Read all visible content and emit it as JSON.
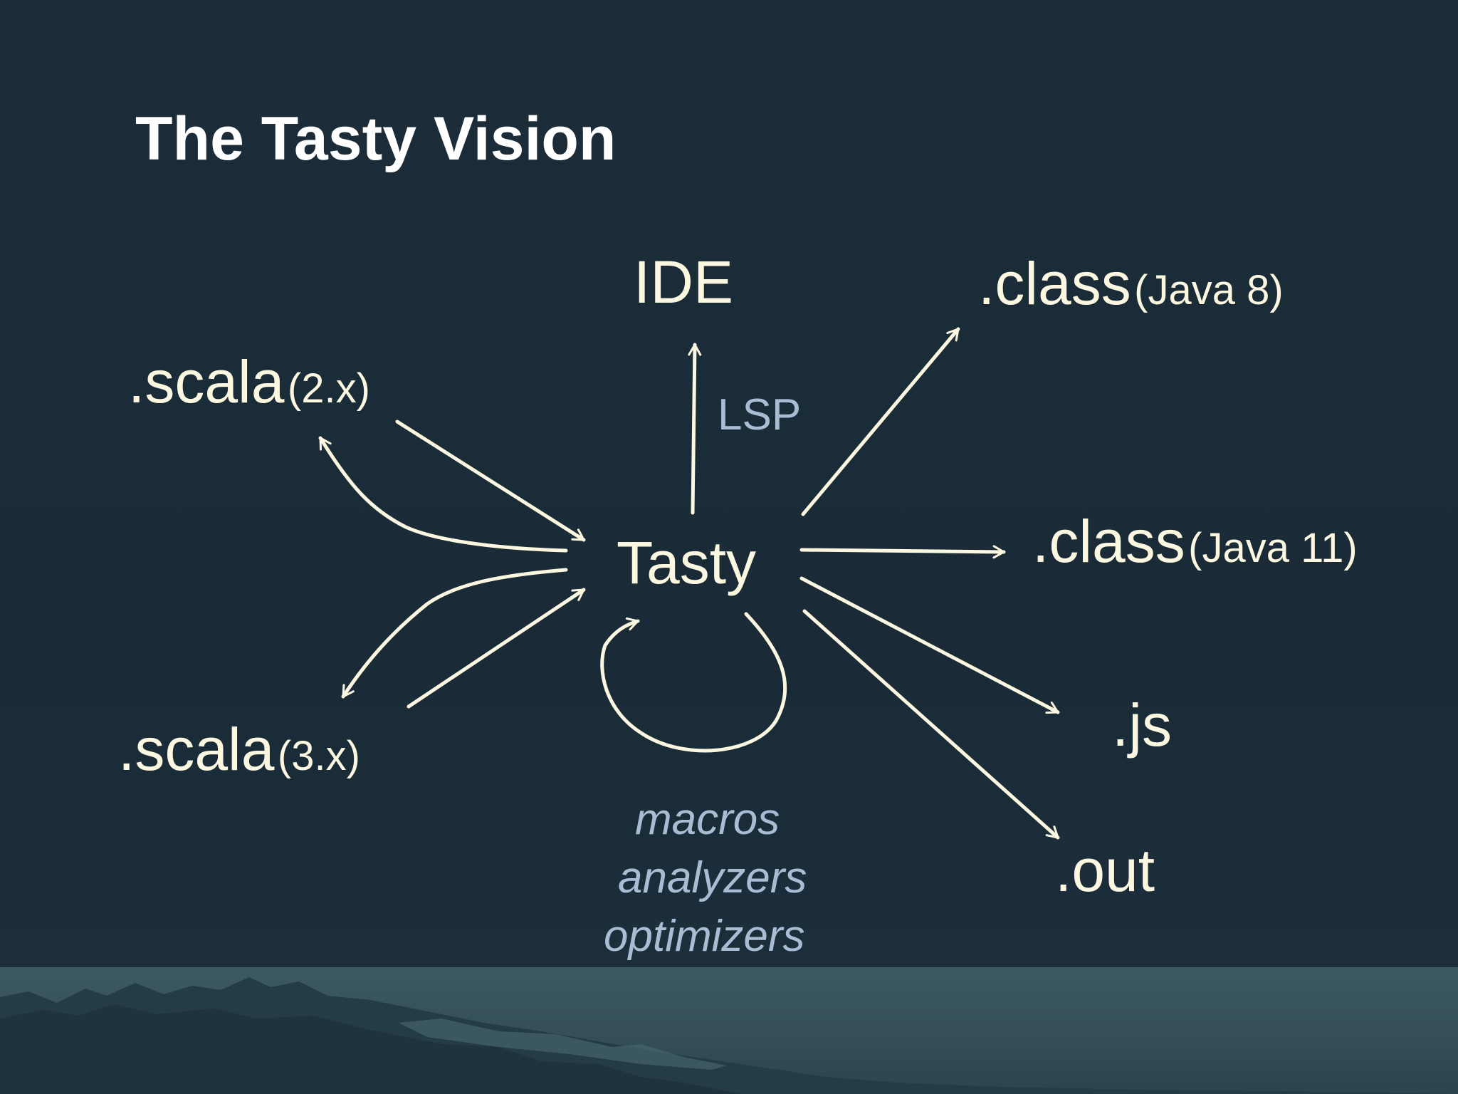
{
  "slide": {
    "title": "The Tasty Vision",
    "center_node": "Tasty",
    "ide_node": "IDE",
    "lsp_label": "LSP",
    "sources": [
      {
        "main": ".scala",
        "sub": "(2.x)"
      },
      {
        "main": ".scala",
        "sub": "(3.x)"
      }
    ],
    "targets": [
      {
        "main": ".class",
        "sub": "(Java 8)"
      },
      {
        "main": ".class",
        "sub": "(Java 11)"
      },
      {
        "main": ".js",
        "sub": ""
      },
      {
        "main": ".out",
        "sub": ""
      }
    ],
    "loop_labels": [
      "macros",
      "analyzers",
      "optimizers"
    ]
  },
  "colors": {
    "background": "#1b2b37",
    "text": "#fbf7e0",
    "muted_text": "#a8bdd4",
    "arrows": "#fbf7e0"
  }
}
